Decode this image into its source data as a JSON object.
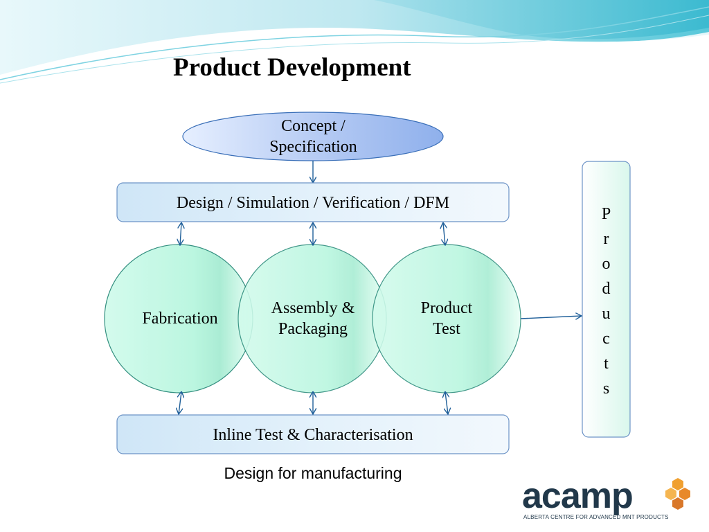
{
  "title": "Product Development",
  "concept": {
    "line1": "Concept /",
    "line2": "Specification"
  },
  "design_bar": "Design / Simulation / Verification / DFM",
  "circles": [
    {
      "line1": "Fabrication"
    },
    {
      "line1": "Assembly &",
      "line2": "Packaging"
    },
    {
      "line1": "Product",
      "line2": "Test"
    }
  ],
  "inline_bar": "Inline Test & Characterisation",
  "products_letters": [
    "P",
    "r",
    "o",
    "d",
    "u",
    "c",
    "t",
    "s"
  ],
  "caption": "Design for manufacturing",
  "logo": {
    "word": "acamp",
    "subtitle": "ALBERTA CENTRE FOR ADVANCED MNT PRODUCTS"
  },
  "colors": {
    "banner_light": "#bfe8f0",
    "banner_mid": "#4fc3d6",
    "bar_fill": "#dbeefa",
    "ellipse_fill": "#aac4f2",
    "circle_fill": "#b6f5dd",
    "circle_stroke": "#2a8a7a",
    "arrow": "#1f5f99",
    "logo_dark": "#21384a",
    "logo_orange": "#f0a030"
  }
}
